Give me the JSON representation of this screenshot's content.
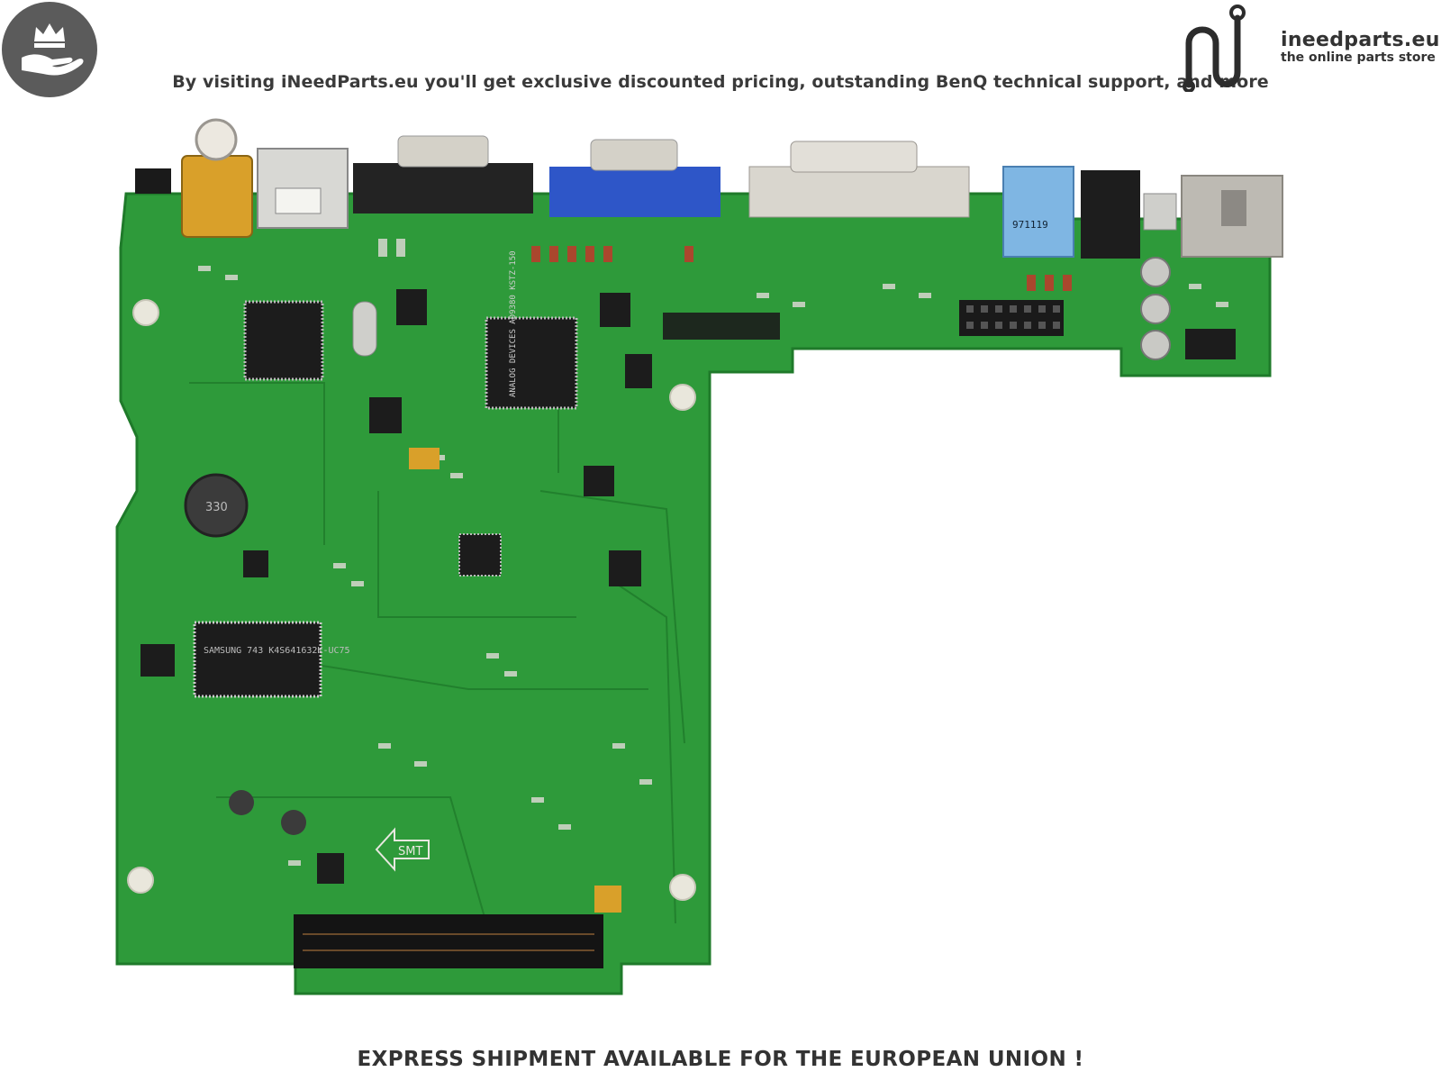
{
  "header": {
    "tagline": "By visiting iNeedParts.eu you'll get exclusive discounted pricing, outstanding BenQ technical support, and more"
  },
  "logo": {
    "name": "ineedparts.eu",
    "subtitle": "the online parts store"
  },
  "badge": {
    "icon": "crown-hand-icon"
  },
  "board": {
    "chips": {
      "main_label": "ANALOG DEVICES AD9380 KSTZ-150",
      "memory_label": "SAMSUNG 743 K4S641632K-UC75",
      "inductor_label": "330",
      "connector_label": "971119",
      "smt_label": "SMT"
    },
    "colors": {
      "pcb": "#2e9a3a",
      "pcb_dark": "#1f7a2a",
      "vga_blue": "#2e56c8",
      "gold": "#d9a02a"
    }
  },
  "footer": {
    "notice": "EXPRESS SHIPMENT AVAILABLE FOR THE EUROPEAN UNION !"
  }
}
